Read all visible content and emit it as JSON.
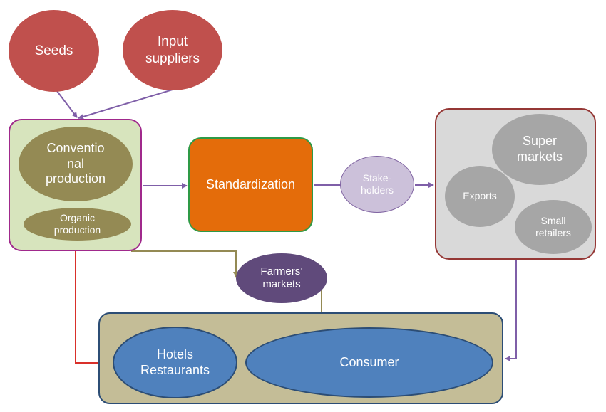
{
  "nodes": {
    "seeds": "Seeds",
    "input_suppliers": "Input\nsuppliers",
    "conventional_production": "Conventio\nnal\nproduction",
    "organic_production": "Organic\nproduction",
    "standardization": "Standardization",
    "stakeholders": "Stake-\nholders",
    "supermarkets": "Super\nmarkets",
    "exports": "Exports",
    "small_retailers": "Small\nretailers",
    "farmers_markets": "Farmers’\nmarkets",
    "hotels_restaurants": "Hotels\nRestaurants",
    "consumer": "Consumer"
  },
  "colors": {
    "input_fill": "#c0504d",
    "production_fill": "#d7e4bd",
    "production_border": "#a0298c",
    "production_node": "#948a54",
    "standardization_fill": "#e46c0a",
    "standardization_border": "#2e9a46",
    "stakeholders_fill": "#ccc1da",
    "retail_fill": "#d9d9d9",
    "retail_border": "#953735",
    "retail_node": "#a6a6a6",
    "farmers_fill": "#604a7b",
    "consumer_fill": "#c4bd97",
    "consumer_node": "#4f81bd",
    "arrow_purple": "#7f5fa8",
    "arrow_red": "#d9302a",
    "arrow_olive": "#948a54"
  }
}
